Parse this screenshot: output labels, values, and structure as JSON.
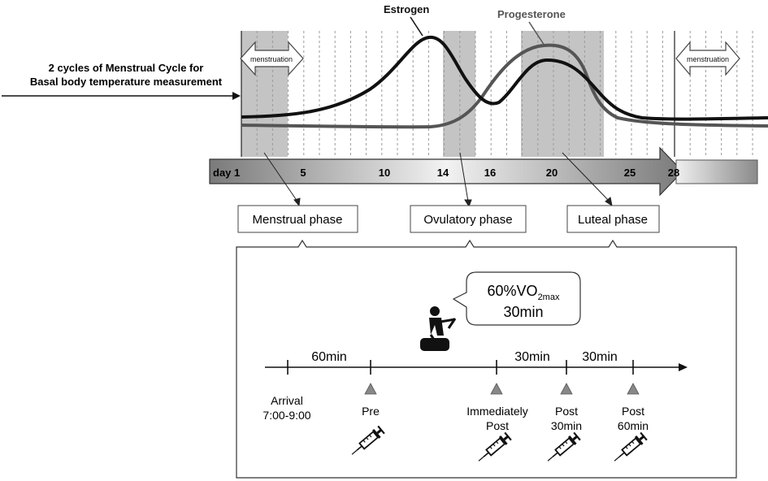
{
  "hormones": {
    "estrogen_label": "Estrogen",
    "progesterone_label": "Progesterone",
    "estrogen_color": "#111111",
    "progesterone_color": "#555555"
  },
  "cycle_note": {
    "line1": "2 cycles of Menstrual Cycle for",
    "line2": "Basal body temperature measurement"
  },
  "menstruation_label": "menstruation",
  "day_axis": {
    "start_label": "day 1",
    "ticks": [
      "5",
      "10",
      "14",
      "16",
      "20",
      "25",
      "28"
    ]
  },
  "phases": {
    "menstrual": "Menstrual phase",
    "ovulatory": "Ovulatory phase",
    "luteal": "Luteal phase"
  },
  "exercise": {
    "intensity_prefix": "60%VO",
    "intensity_sub": "2max",
    "duration": "30min"
  },
  "timeline": {
    "interval_60": "60min",
    "interval_30a": "30min",
    "interval_30b": "30min",
    "arrival_line1": "Arrival",
    "arrival_line2": "7:00-9:00",
    "pre": "Pre",
    "immediately_line1": "Immediately",
    "immediately_line2": "Post",
    "post30_line1": "Post",
    "post30_line2": "30min",
    "post60_line1": "Post",
    "post60_line2": "60min"
  },
  "colors": {
    "shade": "#c4c4c4",
    "marker": "#888888"
  }
}
